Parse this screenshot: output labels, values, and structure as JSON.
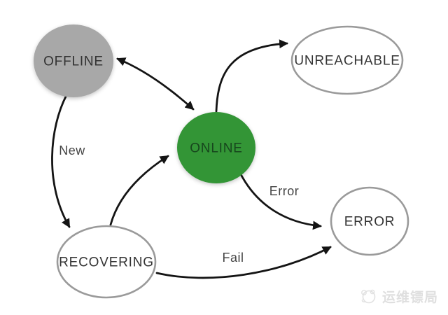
{
  "diagram": {
    "type": "state-transition-diagram",
    "nodes": {
      "offline": {
        "label": "OFFLINE",
        "fill": "#a8a8a8",
        "shape": "circle"
      },
      "online": {
        "label": "ONLINE",
        "fill": "#339536",
        "shape": "circle"
      },
      "unreachable": {
        "label": "UNREACHABLE",
        "fill": "#ffffff",
        "shape": "ellipse"
      },
      "error": {
        "label": "ERROR",
        "fill": "#ffffff",
        "shape": "ellipse"
      },
      "recovering": {
        "label": "RECOVERING",
        "fill": "#ffffff",
        "shape": "ellipse"
      }
    },
    "edges": {
      "offline_online": {
        "from": "OFFLINE",
        "to": "ONLINE",
        "label": "",
        "bidirectional": true
      },
      "online_unreachable": {
        "from": "ONLINE",
        "to": "UNREACHABLE",
        "label": "",
        "bidirectional": false
      },
      "online_error": {
        "from": "ONLINE",
        "to": "ERROR",
        "label": "Error",
        "bidirectional": false
      },
      "recovering_online": {
        "from": "RECOVERING",
        "to": "ONLINE",
        "label": "",
        "bidirectional": false
      },
      "offline_recovering": {
        "from": "OFFLINE",
        "to": "RECOVERING",
        "label": "New",
        "bidirectional": false
      },
      "recovering_error": {
        "from": "RECOVERING",
        "to": "ERROR",
        "label": "Fail",
        "bidirectional": false
      }
    },
    "colors": {
      "offline_fill": "#a8a8a8",
      "online_fill": "#339536",
      "node_border": "#9a9a9a",
      "arrow": "#141414",
      "background": "#ffffff"
    }
  },
  "watermark": {
    "text": "运维镖局",
    "logo": "panda-logo"
  }
}
